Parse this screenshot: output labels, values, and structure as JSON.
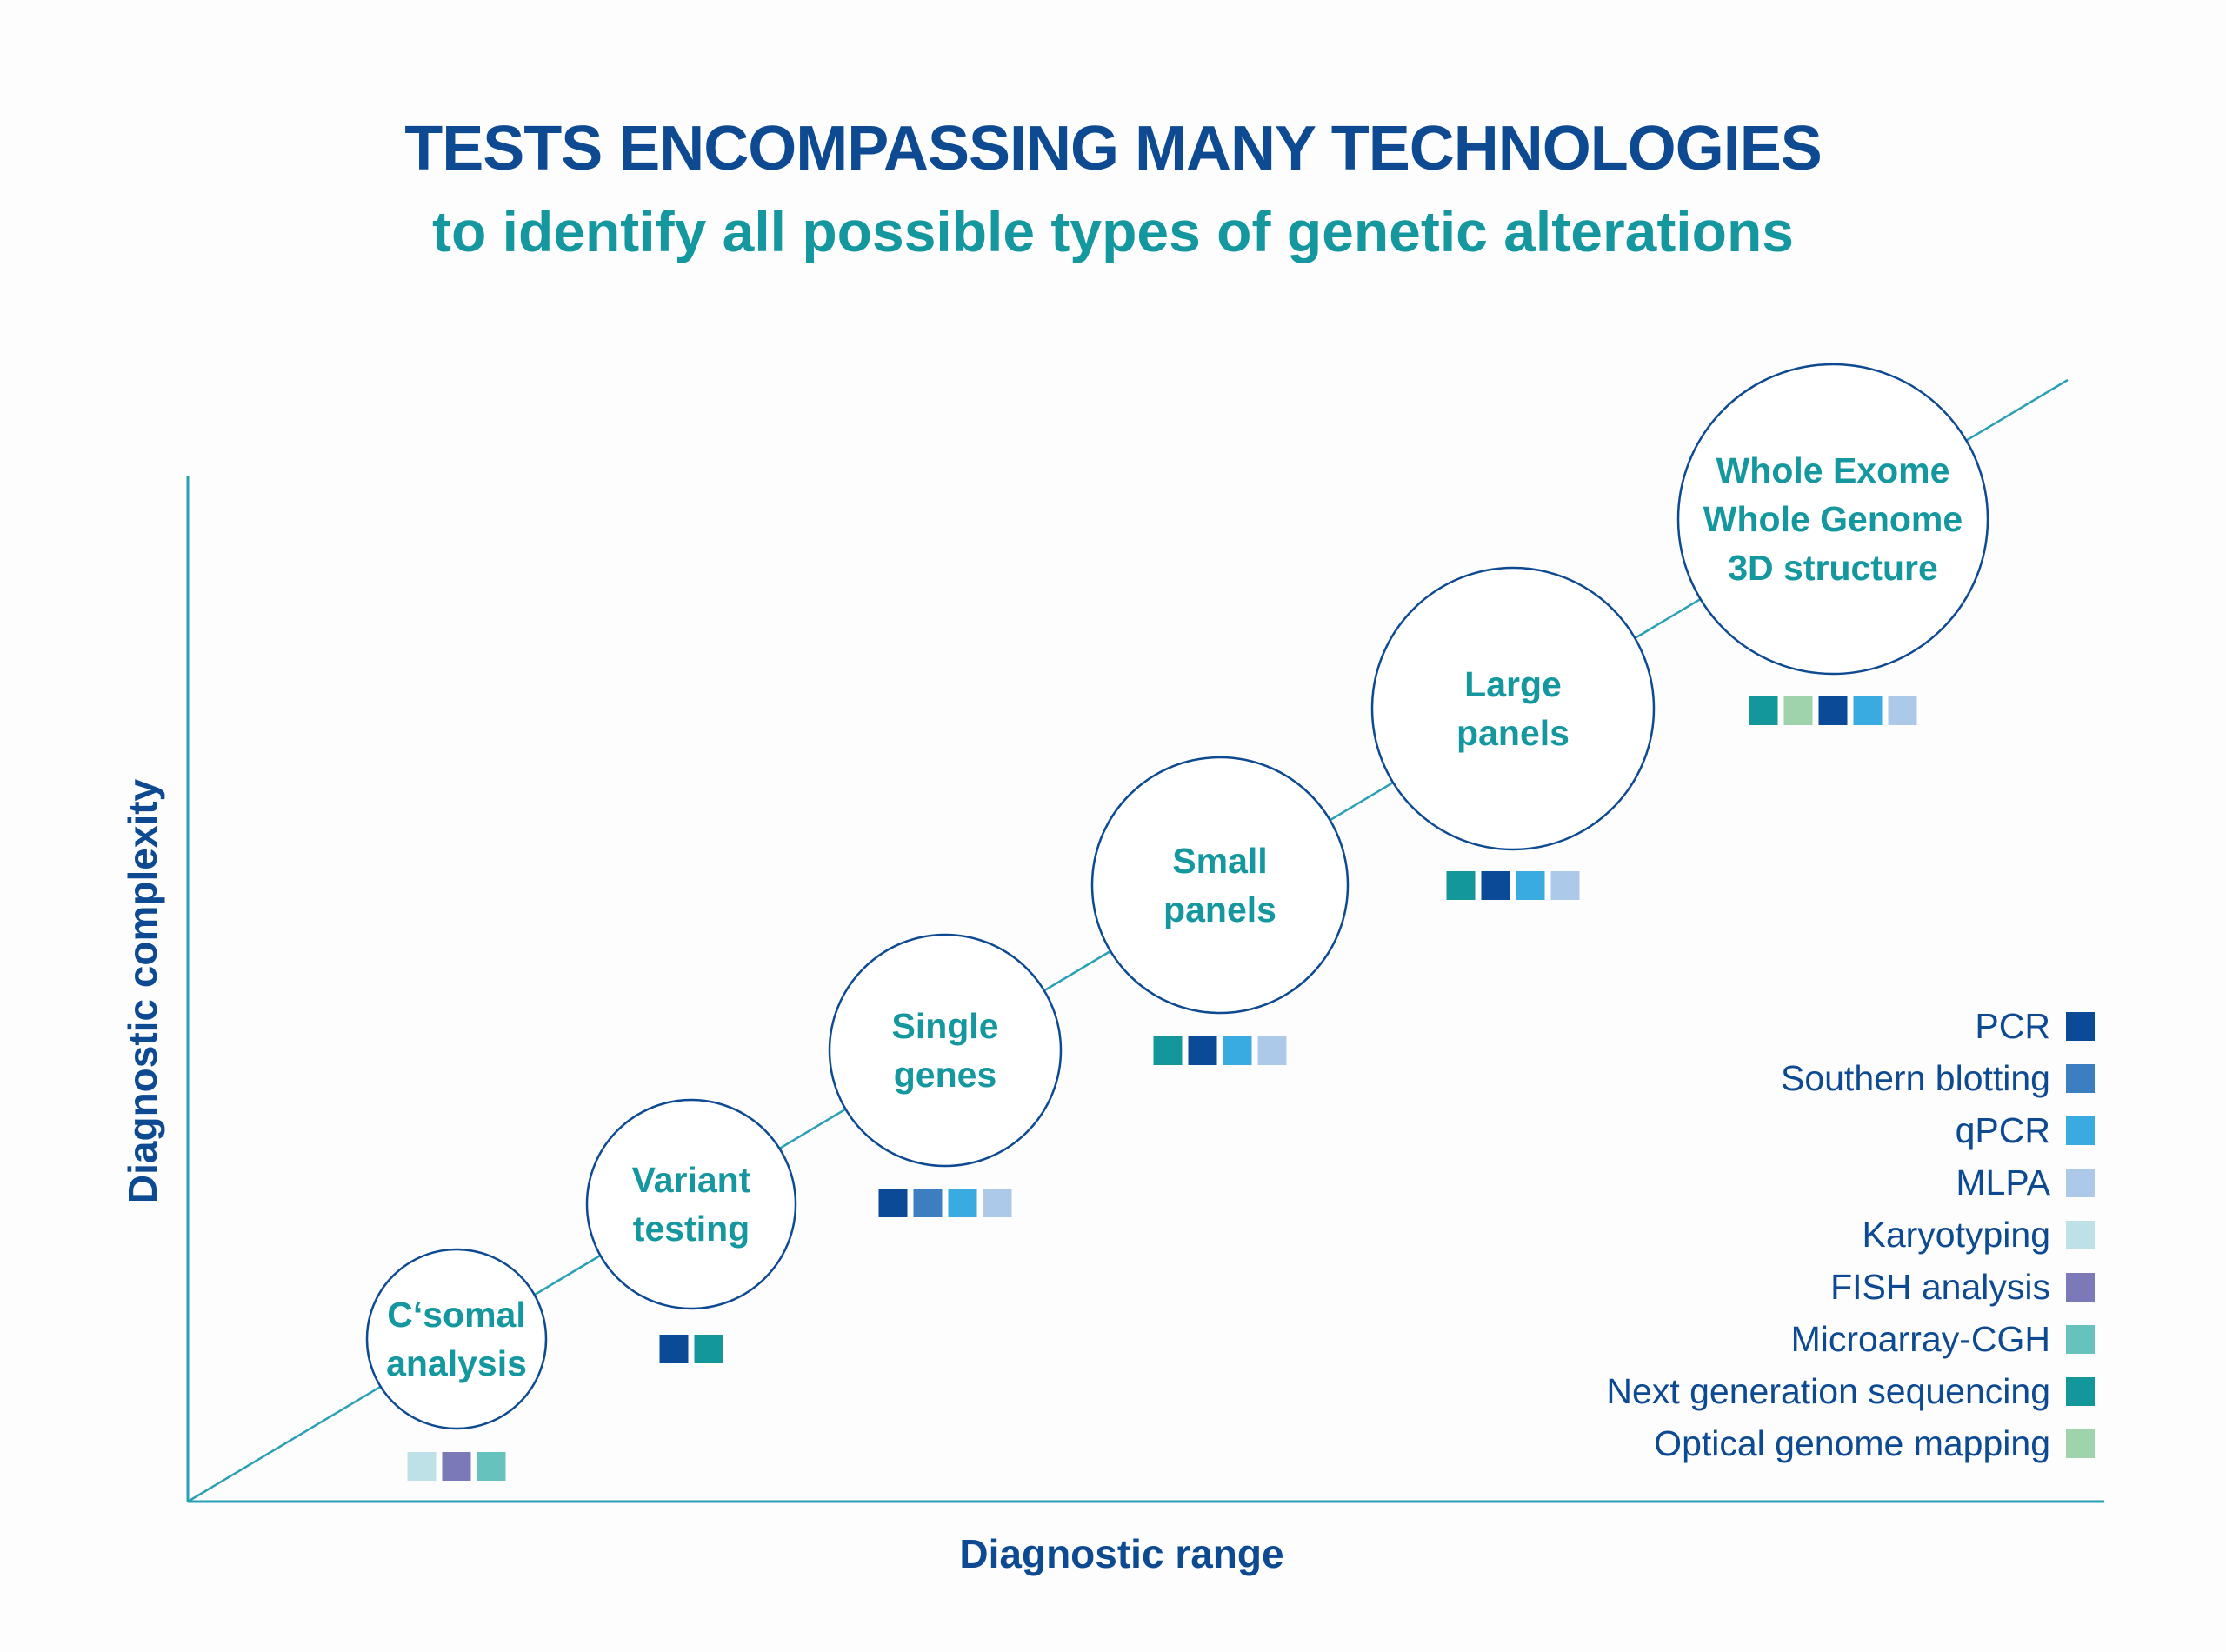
{
  "header": {
    "title": "TESTS ENCOMPASSING MANY TECHNOLOGIES",
    "subtitle": "to identify all possible types of genetic alterations"
  },
  "axes": {
    "x_label": "Diagnostic range",
    "y_label": "Diagnostic complexity"
  },
  "colors": {
    "navy": "#0d4a92",
    "teal": "#14979e",
    "axis": "#2aa0b4"
  },
  "technologies": [
    {
      "key": "pcr",
      "label": "PCR",
      "color": "#0b4a96"
    },
    {
      "key": "southern",
      "label": "Southern blotting",
      "color": "#3c7fc1"
    },
    {
      "key": "qpcr",
      "label": "qPCR",
      "color": "#3aabe1"
    },
    {
      "key": "mlpa",
      "label": "MLPA",
      "color": "#adc9ea"
    },
    {
      "key": "karyo",
      "label": "Karyotyping",
      "color": "#bee1e8"
    },
    {
      "key": "fish",
      "label": "FISH analysis",
      "color": "#7c79b9"
    },
    {
      "key": "cgh",
      "label": "Microarray-CGH",
      "color": "#66c2bd"
    },
    {
      "key": "ngs",
      "label": "Next generation sequencing",
      "color": "#13979a"
    },
    {
      "key": "ogm",
      "label": "Optical genome mapping",
      "color": "#9fd3ab"
    }
  ],
  "tests": [
    {
      "key": "csomal",
      "lines": [
        "C‘somal",
        "analysis"
      ],
      "techs": [
        "karyo",
        "fish",
        "cgh"
      ]
    },
    {
      "key": "variant",
      "lines": [
        "Variant",
        "testing"
      ],
      "techs": [
        "pcr",
        "ngs"
      ]
    },
    {
      "key": "single",
      "lines": [
        "Single",
        "genes"
      ],
      "techs": [
        "pcr",
        "southern",
        "qpcr",
        "mlpa"
      ]
    },
    {
      "key": "small",
      "lines": [
        "Small",
        "panels"
      ],
      "techs": [
        "ngs",
        "pcr",
        "qpcr",
        "mlpa"
      ]
    },
    {
      "key": "large",
      "lines": [
        "Large",
        "panels"
      ],
      "techs": [
        "ngs",
        "pcr",
        "qpcr",
        "mlpa"
      ]
    },
    {
      "key": "whole",
      "lines": [
        "Whole Exome",
        "Whole Genome",
        "3D structure"
      ],
      "techs": [
        "ngs",
        "ogm",
        "pcr",
        "qpcr",
        "mlpa"
      ]
    }
  ]
}
